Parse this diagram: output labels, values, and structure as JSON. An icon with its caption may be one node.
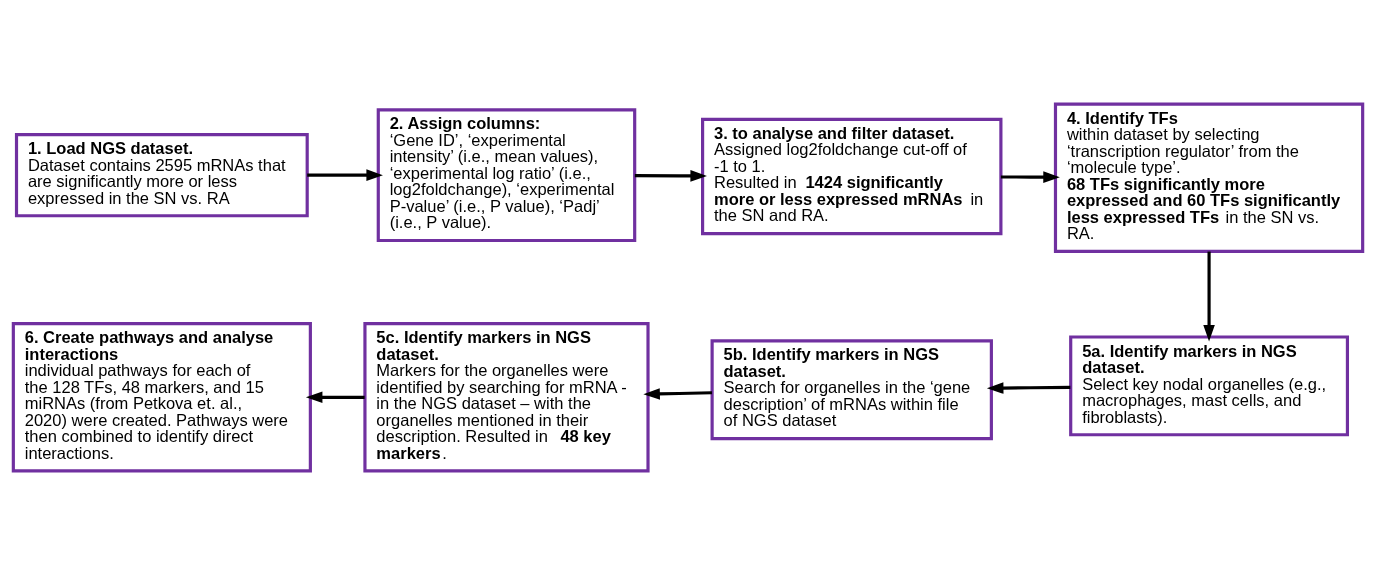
{
  "diagram": {
    "nodes": [
      {
        "text": [
          "1. Load NGS dataset.",
          "Dataset contains 2595 mRNAs that are significantly more or less expressed in the SN vs. RA"
        ]
      },
      {
        "text": [
          "2. Assign columns:",
          "‘Gene ID’, ‘experimental intensity’ (i.e., mean values), ‘experimental log ratio’ (i.e., log2foldchange), ‘experimental P-value’ (i.e., P value), ‘Padj’ (i.e., P value)."
        ]
      },
      {
        "text": [
          "3. to analyse and filter dataset.",
          "Assigned log2foldchange cut-off of -1 to 1.",
          "Resulted in **1424 significantly more or less expressed mRNAs** in the SN and RA."
        ]
      },
      {
        "text": [
          "4. Identify TFs",
          "within dataset by selecting ‘transcription regulator’ from the ‘molecule type’.",
          "**68 TFs significantly more expressed and 60 TFs significantly less expressed TFs** in the SN vs. RA."
        ]
      },
      {
        "text": [
          "5a. Identify markers in NGS dataset.",
          "Select key nodal organelles (e.g., macrophages, mast cells, and fibroblasts)."
        ]
      },
      {
        "text": [
          "5b. Identify markers in NGS dataset.",
          "Search for organelles in the ‘gene description’ of mRNAs within file of NGS dataset"
        ]
      },
      {
        "text": [
          "5c. Identify markers in NGS dataset.",
          "Markers for the organelles were identified by searching for mRNA - in the NGS dataset – with the organelles mentioned in their description. Resulted in **48 key markers**."
        ]
      },
      {
        "text": [
          "6. Create pathways and analyse interactions",
          "individual pathways for each of the 128 TFs, 48 markers, and 15 miRNAs (from Petkova et. al., 2020) were created. Pathways were then combined to identify direct interactions."
        ]
      }
    ],
    "edges": [
      {
        "from": 0,
        "to": 1,
        "arrow": "to"
      },
      {
        "from": 1,
        "to": 2,
        "arrow": "to"
      },
      {
        "from": 2,
        "to": 3,
        "arrow": "to"
      },
      {
        "from": 3,
        "to": 4,
        "arrow": "to"
      },
      {
        "from": 4,
        "to": 5,
        "arrow": "to"
      },
      {
        "from": 5,
        "to": 6,
        "arrow": "to"
      },
      {
        "from": 6,
        "to": 7,
        "arrow": "to"
      }
    ]
  }
}
